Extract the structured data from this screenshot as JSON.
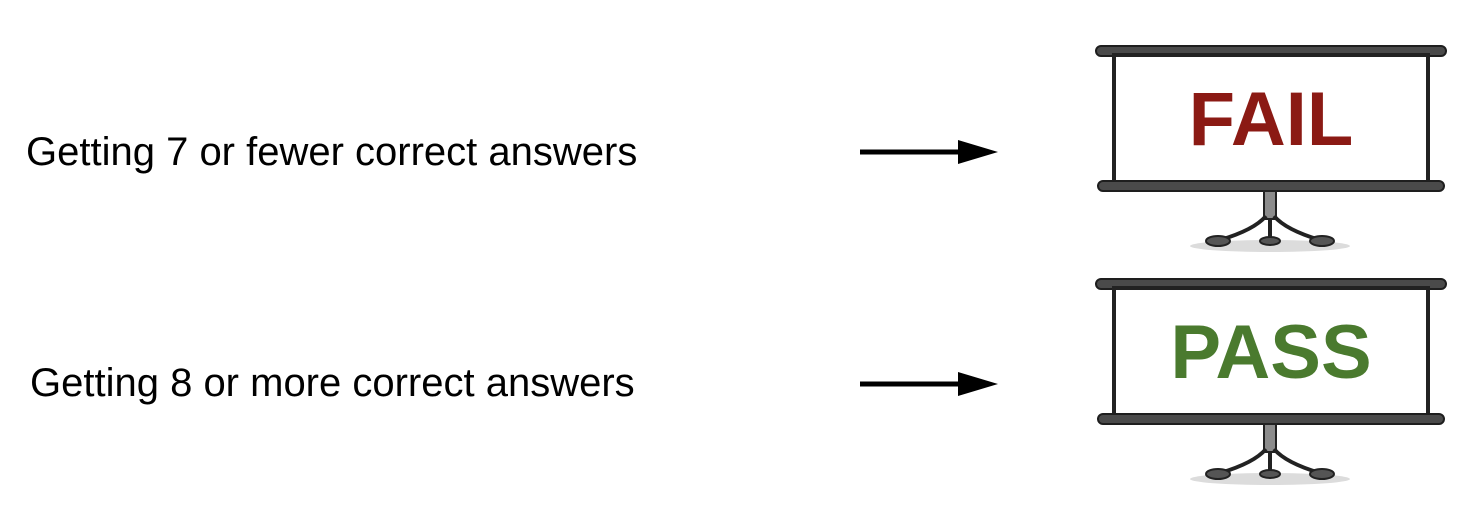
{
  "rows": [
    {
      "condition": "Getting 7 or fewer correct answers",
      "result": "FAIL",
      "result_color": "#8b1a14"
    },
    {
      "condition": "Getting 8 or more correct answers",
      "result": "PASS",
      "result_color": "#4a7a2e"
    }
  ],
  "icons": {
    "arrow": "right-arrow-icon",
    "screen": "projector-screen-icon"
  }
}
